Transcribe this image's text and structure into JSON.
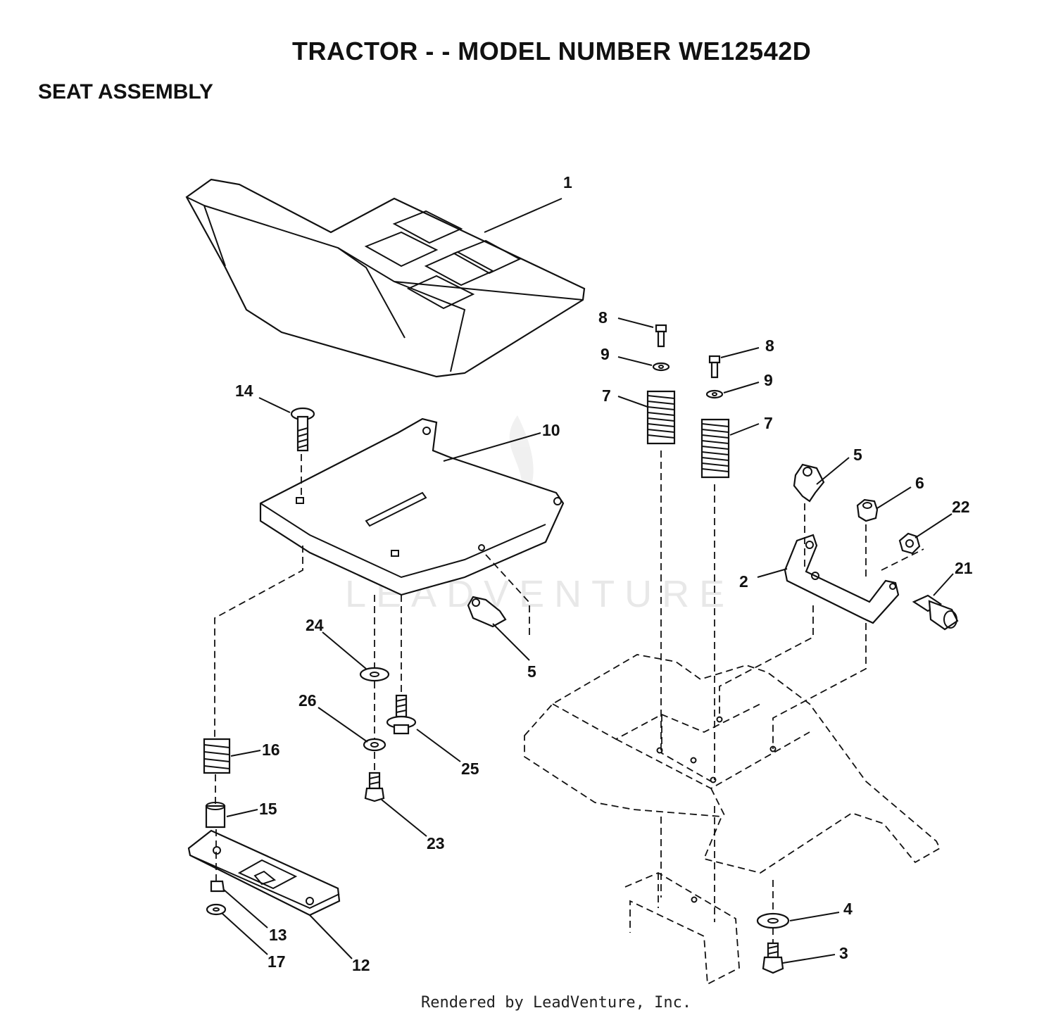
{
  "header": {
    "title": "TRACTOR - - MODEL NUMBER WE12542D",
    "subtitle": "SEAT ASSEMBLY"
  },
  "footer": {
    "text": "Rendered by LeadVenture, Inc."
  },
  "watermark": {
    "text": "LEADVENTURE"
  },
  "callouts": {
    "c1": "1",
    "c14": "14",
    "c10": "10",
    "c8a": "8",
    "c9a": "9",
    "c7a": "7",
    "c8b": "8",
    "c9b": "9",
    "c7b": "7",
    "c5a": "5",
    "c6": "6",
    "c22": "22",
    "c2": "2",
    "c21": "21",
    "c24": "24",
    "c5b": "5",
    "c26": "26",
    "c25": "25",
    "c16": "16",
    "c15": "15",
    "c23": "23",
    "c13": "13",
    "c17": "17",
    "c12": "12",
    "c4": "4",
    "c3": "3"
  }
}
